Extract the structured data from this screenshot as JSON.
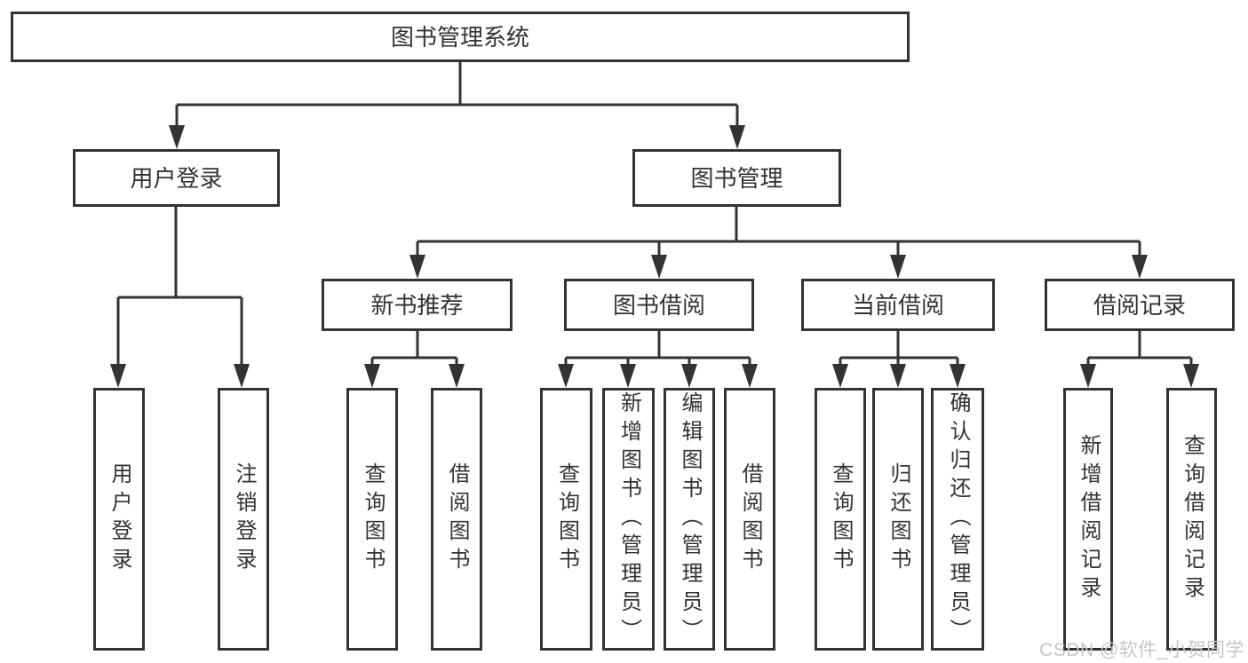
{
  "diagram": {
    "root_label": "图书管理系统",
    "children": [
      {
        "label": "用户登录",
        "children": [
          {
            "label": "用户登录"
          },
          {
            "label": "注销登录"
          }
        ]
      },
      {
        "label": "图书管理",
        "children": [
          {
            "label": "新书推荐",
            "children": [
              {
                "label": "查询图书"
              },
              {
                "label": "借阅图书"
              }
            ]
          },
          {
            "label": "图书借阅",
            "children": [
              {
                "label": "查询图书"
              },
              {
                "label": "新增图书（管理员）"
              },
              {
                "label": "编辑图书（管理员）"
              },
              {
                "label": "借阅图书"
              }
            ]
          },
          {
            "label": "当前借阅",
            "children": [
              {
                "label": "查询图书"
              },
              {
                "label": "归还图书"
              },
              {
                "label": "确认归还（管理员）"
              }
            ]
          },
          {
            "label": "借阅记录",
            "children": [
              {
                "label": "新增借阅记录"
              },
              {
                "label": "查询借阅记录"
              }
            ]
          }
        ]
      }
    ]
  },
  "watermark": {
    "text": "CSDN @软件_小贺同学"
  },
  "colors": {
    "line": "#333333",
    "text": "#333333",
    "watermark": "#c3c7cd",
    "background": "#ffffff"
  }
}
